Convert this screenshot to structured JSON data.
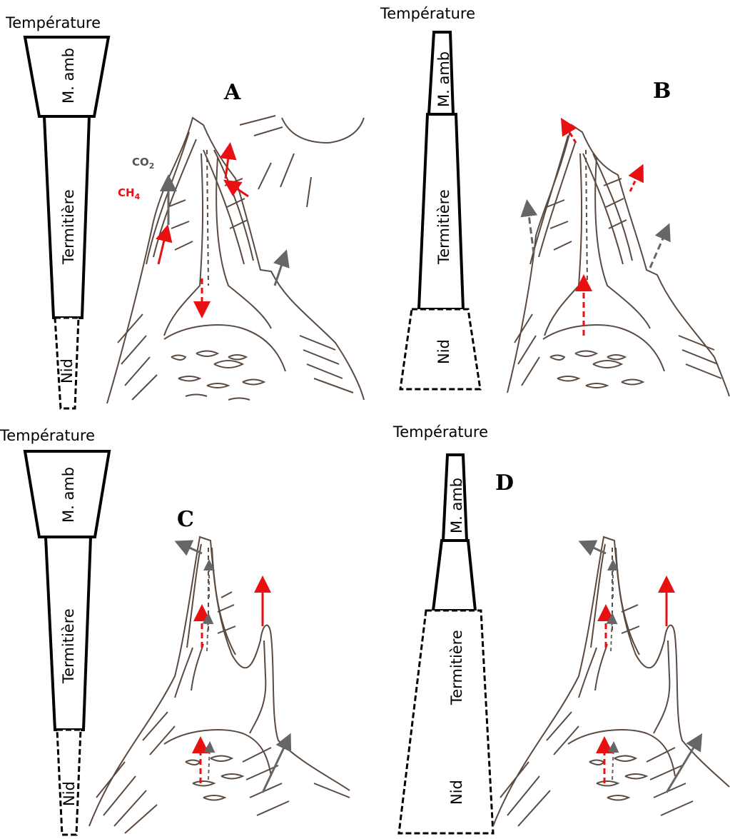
{
  "panels": [
    {
      "id": "A",
      "letter": "A",
      "temperature_label": "Température",
      "segments": {
        "ambient": "M. amb",
        "mound": "Termitière",
        "nest": "Nid"
      },
      "gas_labels": {
        "co2": "CO",
        "co2_sub": "2",
        "ch4": "CH",
        "ch4_sub": "4"
      }
    },
    {
      "id": "B",
      "letter": "B",
      "temperature_label": "Température",
      "segments": {
        "ambient": "M. amb",
        "mound": "Termitière",
        "nest": "Nid"
      }
    },
    {
      "id": "C",
      "letter": "C",
      "temperature_label": "Température",
      "segments": {
        "ambient": "M. amb",
        "mound": "Termitière",
        "nest": "Nid"
      }
    },
    {
      "id": "D",
      "letter": "D",
      "temperature_label": "Température",
      "segments": {
        "ambient": "M. amb",
        "mound": "Termitière",
        "nest": "Nid"
      }
    }
  ],
  "colors": {
    "ch4_arrow": "#e81010",
    "co2_arrow": "#666666",
    "mound_ink": "#5a4a40",
    "bar_outline": "#000000"
  }
}
